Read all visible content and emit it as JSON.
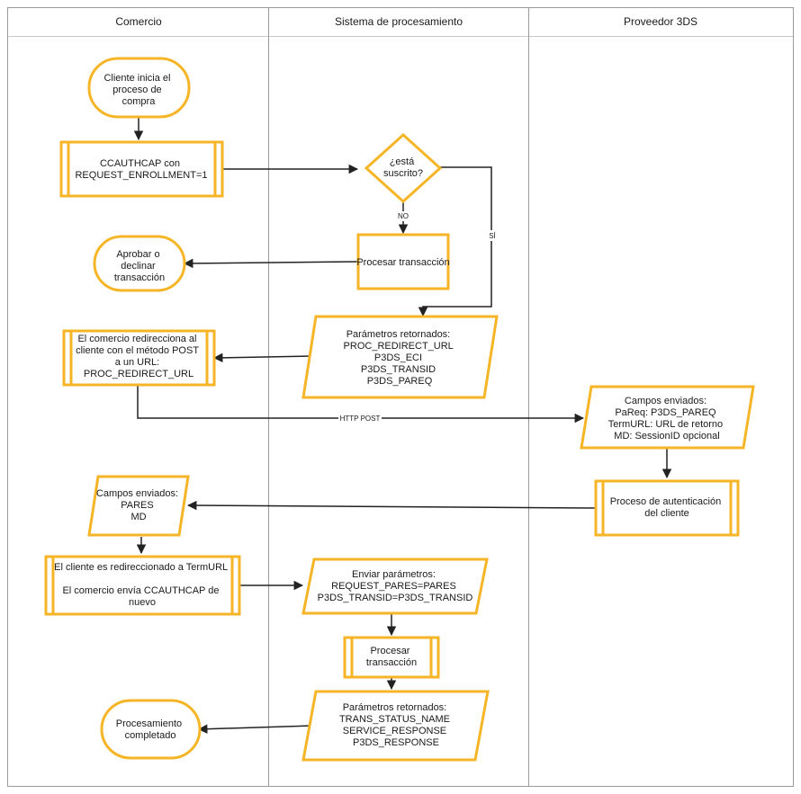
{
  "lanes": [
    {
      "title": "Comercio"
    },
    {
      "title": "Sistema de procesamiento"
    },
    {
      "title": "Proveedor 3DS"
    }
  ],
  "shapes": {
    "start": {
      "lines": [
        "Cliente inicia el",
        "proceso de",
        "compra"
      ]
    },
    "ccauthcap": {
      "lines": [
        "CCAUTHCAP con",
        "REQUEST_ENROLLMENT=1"
      ]
    },
    "decision": {
      "lines": [
        "¿está",
        "suscrito?"
      ]
    },
    "procesar1": {
      "lines": [
        "Procesar transacción"
      ]
    },
    "aprobar": {
      "lines": [
        "Aprobar o",
        "declinar",
        "transacción"
      ]
    },
    "params1": {
      "lines": [
        "Parámetros retornados:",
        "PROC_REDIRECT_URL",
        "P3DS_ECI",
        "P3DS_TRANSID",
        "P3DS_PAREQ"
      ]
    },
    "redirect": {
      "lines": [
        "El comercio redirecciona al",
        "cliente con el método POST",
        "a un URL:",
        "PROC_REDIRECT_URL"
      ]
    },
    "campos3ds": {
      "lines": [
        "Campos enviados:",
        "PaReq: P3DS_PAREQ",
        "TermURL: URL de retorno",
        "MD: SessionID opcional"
      ]
    },
    "auth": {
      "lines": [
        "Proceso de autenticación",
        "del cliente"
      ]
    },
    "camposPares": {
      "lines": [
        "Campos enviados:",
        "PARES",
        "MD"
      ]
    },
    "termurl": {
      "lines": [
        "El cliente es redireccionado a TermURL",
        "",
        "El comercio envía CCAUTHCAP de",
        "nuevo"
      ]
    },
    "enviar": {
      "lines": [
        "Enviar parámetros:",
        "REQUEST_PARES=PARES",
        "P3DS_TRANSID=P3DS_TRANSID"
      ]
    },
    "procesar2": {
      "lines": [
        "Procesar",
        "transacción"
      ]
    },
    "params2": {
      "lines": [
        "Parámetros retornados:",
        "TRANS_STATUS_NAME",
        "SERVICE_RESPONSE",
        "P3DS_RESPONSE"
      ]
    },
    "fin": {
      "lines": [
        "Procesamiento",
        "completado"
      ]
    }
  },
  "edge_labels": {
    "no": "NO",
    "si": "SÍ",
    "http_post": "HTTP POST"
  },
  "colors": {
    "shape_stroke": "#f5b526",
    "lane_border": "#9a9a9a",
    "header_border": "#c8c8c8",
    "edge": "#222222"
  }
}
